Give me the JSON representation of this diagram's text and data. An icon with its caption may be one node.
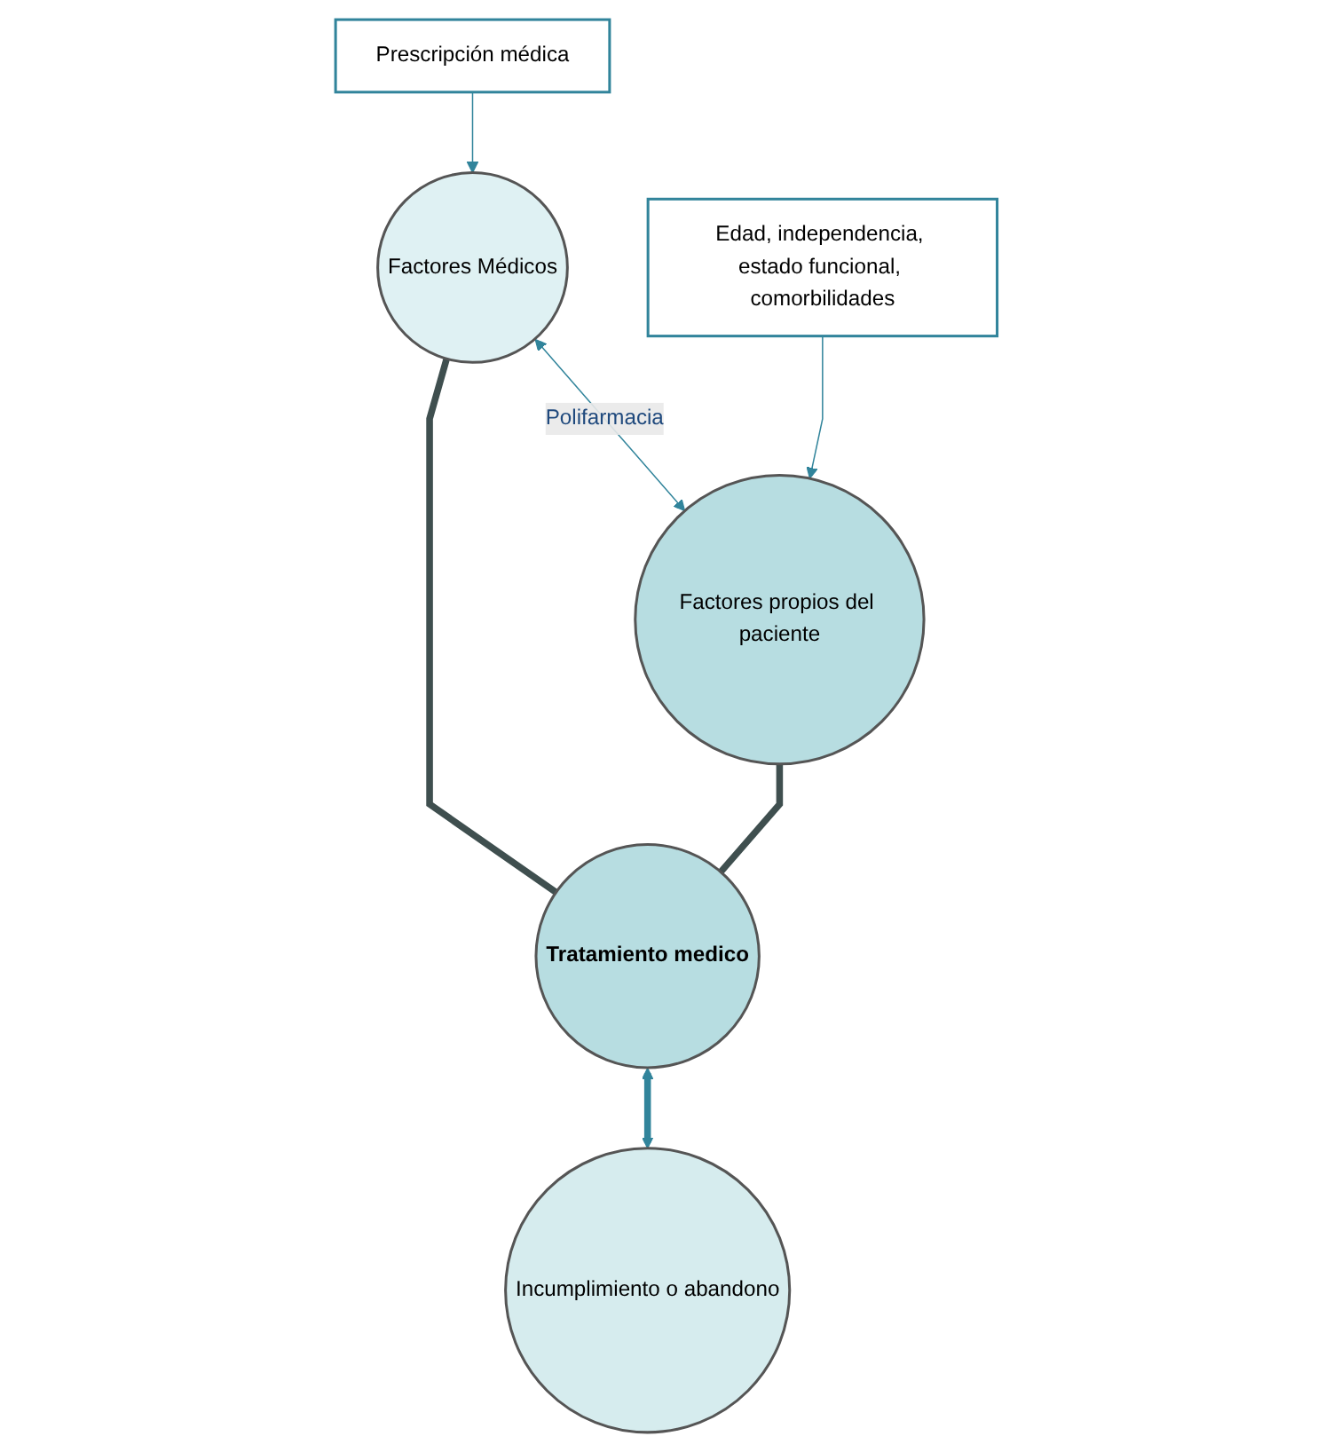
{
  "diagram": {
    "nodes": [
      {
        "text": [
          "Factores Médicos"
        ]
      },
      {
        "text": [
          "Prescripción médica"
        ]
      },
      {
        "text": [
          "Tratamiento medico"
        ]
      },
      {
        "text": [
          "Factores propios del paciente"
        ]
      },
      {
        "text": [
          "Incumplimiento o abandono"
        ]
      },
      {
        "text": [
          "Edad, independencia, estado funcional, comorbilidades"
        ]
      }
    ],
    "edges": [
      {
        "from": 1,
        "to": 0,
        "arrow": "to"
      },
      {
        "from": 0,
        "to": 3,
        "arrow": "both",
        "label": "Polifarmacia"
      },
      {
        "from": 0,
        "to": 2,
        "arrow": "none",
        "style": "thick",
        "color": "#3f4f4f"
      },
      {
        "from": 3,
        "to": 2,
        "arrow": "none",
        "style": "thick",
        "color": "#3f4f4f"
      },
      {
        "from": 2,
        "to": 4,
        "arrow": "both",
        "style": "thick",
        "color": "#31849b"
      },
      {
        "from": 5,
        "to": 3,
        "arrow": "to"
      }
    ]
  }
}
